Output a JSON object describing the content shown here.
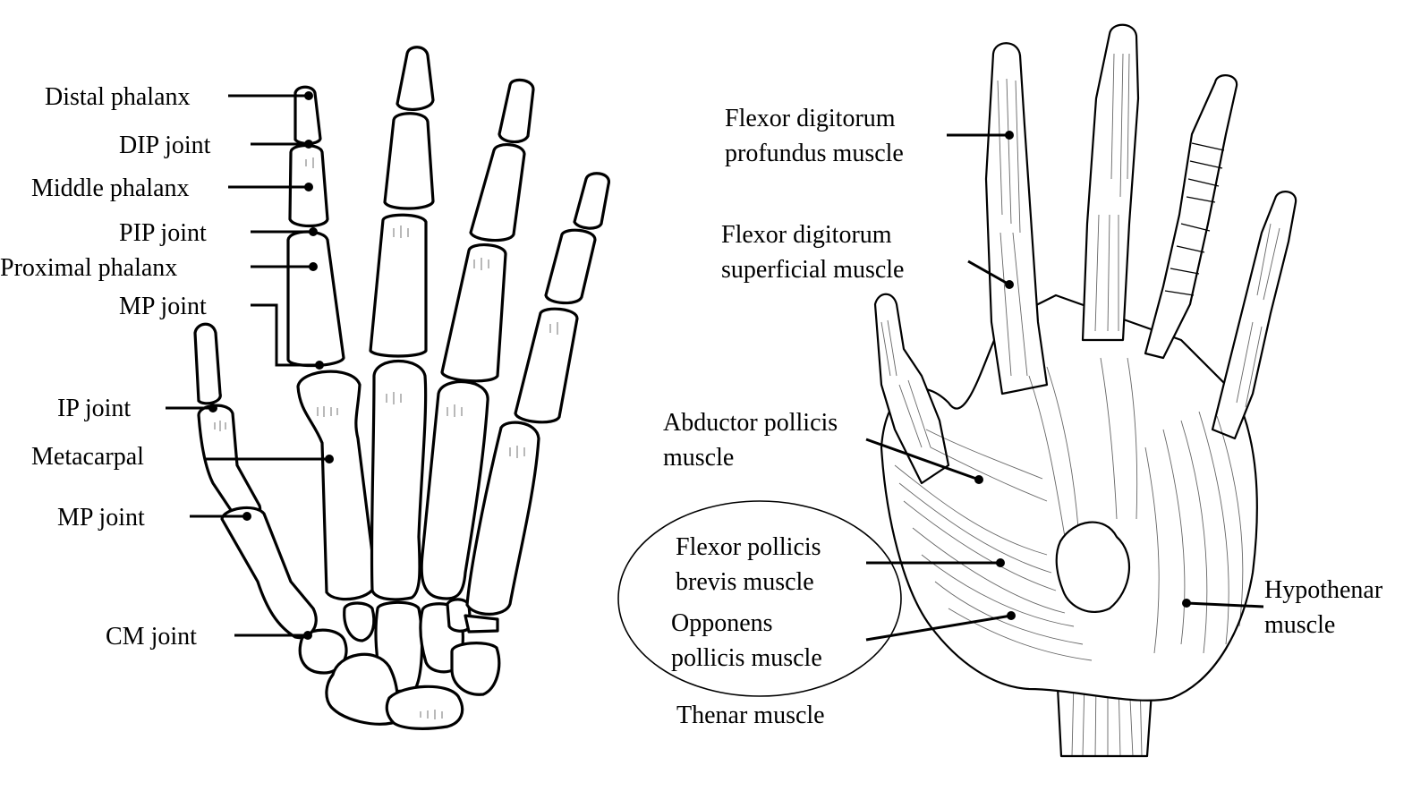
{
  "left_labels": {
    "distal_phalanx": "Distal phalanx",
    "dip_joint": "DIP joint",
    "middle_phalanx": "Middle phalanx",
    "pip_joint": "PIP joint",
    "proximal_phalanx": "Proximal phalanx",
    "mp_joint_finger": "MP joint",
    "ip_joint": "IP joint",
    "metacarpal": "Metacarpal",
    "mp_joint_thumb": "MP joint",
    "cm_joint": "CM joint"
  },
  "right_labels": {
    "fdp_line1": "Flexor digitorum",
    "fdp_line2": "profundus muscle",
    "fds_line1": "Flexor digitorum",
    "fds_line2": "superficial muscle",
    "abductor_line1": "Abductor  pollicis",
    "abductor_line2": "muscle",
    "fpb_line1": "Flexor pollicis",
    "fpb_line2": "brevis muscle",
    "opponens_line1": "Opponens",
    "opponens_line2": "pollicis muscle",
    "thenar": "Thenar muscle",
    "hypothenar_line1": "Hypothenar",
    "hypothenar_line2": "muscle"
  }
}
